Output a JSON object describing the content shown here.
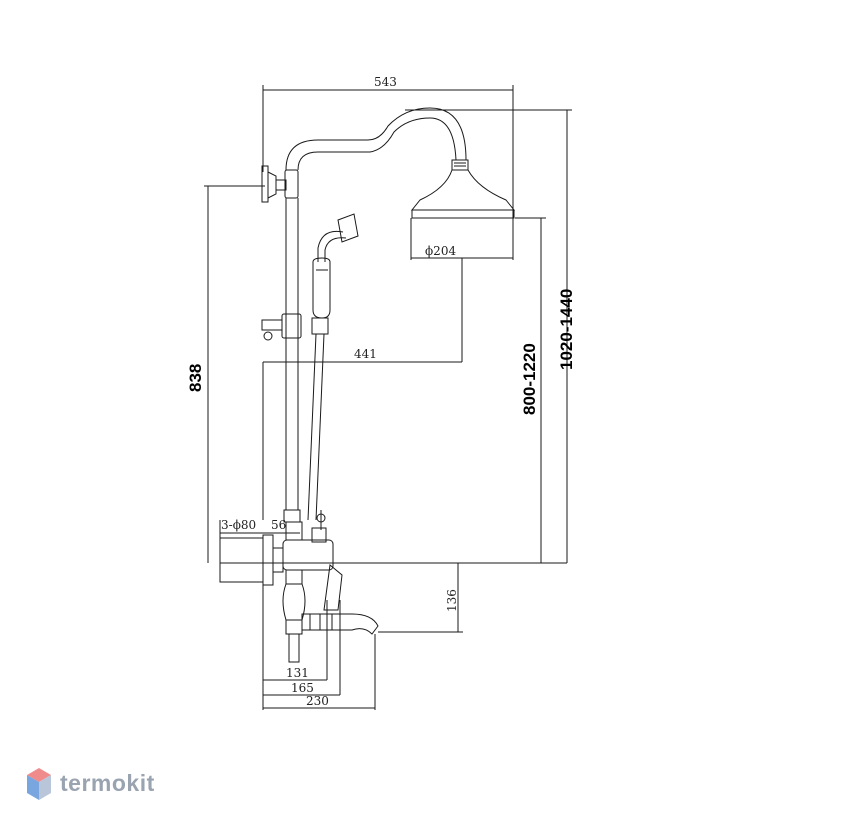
{
  "dimensions": {
    "width_total": "543",
    "head_diameter": "ϕ204",
    "arm_reach": "441",
    "height_total": "838",
    "height_range_outlet": "800-1220",
    "height_range_top": "1020-1440",
    "mount_spec": "3-ϕ80",
    "mount_gap": "56",
    "spout_height": "136",
    "dim_131": "131",
    "dim_165": "165",
    "dim_230": "230"
  },
  "watermark": {
    "brand": "termokit",
    "colors": {
      "top": "#f08b8b",
      "left": "#7aa6e0",
      "right": "#b9c6da"
    }
  }
}
